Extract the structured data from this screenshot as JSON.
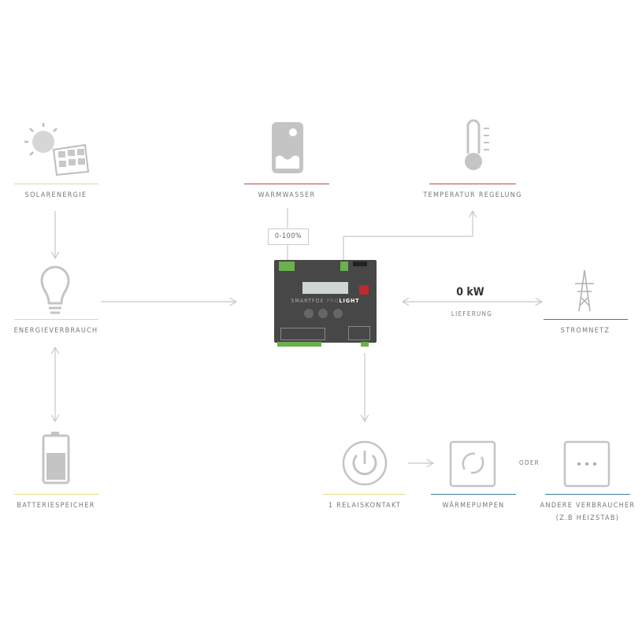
{
  "nodes": {
    "solar": {
      "label": "SOLARENERGIE"
    },
    "warmwasser": {
      "label": "WARMWASSER"
    },
    "temperatur": {
      "label": "TEMPERATUR REGELUNG"
    },
    "energieverbrauch": {
      "label": "ENERGIEVERBRAUCH"
    },
    "stromnetz": {
      "label": "STROMNETZ"
    },
    "batterie": {
      "label": "BATTERIESPEICHER"
    },
    "relais": {
      "label": "1 RELAISKONTAKT"
    },
    "waermepumpen": {
      "label": "WÄRMEPUMPEN"
    },
    "andere": {
      "label": "ANDERE VERBRAUCHER",
      "sublabel": "(Z.B HEIZSTAB)"
    }
  },
  "percent_box": "0-100%",
  "power": {
    "value": "0 kW",
    "status": "LIEFERUNG"
  },
  "oder": "ODER",
  "device": {
    "brand": "SMARTFOX",
    "model": "PRO",
    "variant": "LIGHT"
  },
  "colors": {
    "yellow": "#e6dd8a",
    "red": "#b8474b",
    "blue": "#3d7f9a",
    "icon": "#bdbdbd"
  }
}
